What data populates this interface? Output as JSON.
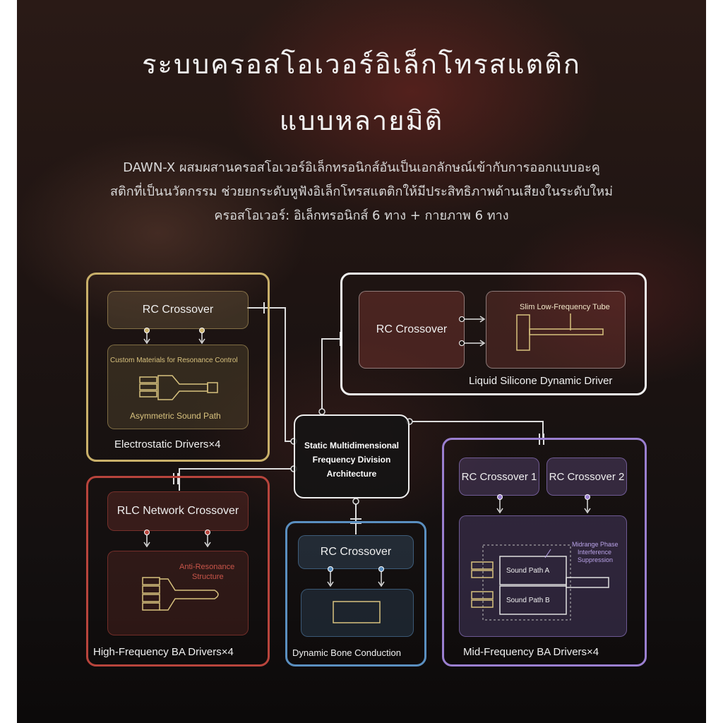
{
  "header": {
    "title_line1": "ระบบครอสโอเวอร์อิเล็กโทรสแตติก",
    "title_line2": "แบบหลายมิติ",
    "desc_line1": "DAWN-X ผสมผสานครอสโอเวอร์อิเล็กทรอนิกส์อันเป็นเอกลักษณ์เข้ากับการออกแบบอะคู",
    "desc_line2": "สติกที่เป็นนวัตกรรม ช่วยยกระดับหูฟังอิเล็กโทรสแตติกให้มีประสิทธิภาพด้านเสียงในระดับใหม่",
    "desc_line3": "ครอสโอเวอร์: อิเล็กทรอนิกส์ 6 ทาง + กายภาพ 6 ทาง"
  },
  "diagram": {
    "center": {
      "line1": "Static Multidimensional",
      "line2": "Frequency Division",
      "line3": "Architecture"
    },
    "electrostatic": {
      "crossover": "RC Crossover",
      "materials": "Custom Materials for Resonance Control",
      "path": "Asymmetric Sound Path",
      "caption": "Electrostatic Drivers×4",
      "color": "#c9b06a"
    },
    "dynamic": {
      "crossover": "RC Crossover",
      "tube": "Slim Low-Frequency Tube",
      "caption": "Liquid Silicone Dynamic Driver",
      "color": "#f0f0f0"
    },
    "high_ba": {
      "crossover": "RLC Network Crossover",
      "structure_1": "Anti-Resonance",
      "structure_2": "Structure",
      "caption": "High-Frequency BA Drivers×4",
      "color": "#b8443c"
    },
    "bone": {
      "crossover": "RC Crossover",
      "caption": "Dynamic Bone Conduction",
      "color": "#5a8fc0"
    },
    "mid_ba": {
      "crossover_1": "RC Crossover 1",
      "crossover_2": "RC Crossover 2",
      "phase_1": "Midrange Phase",
      "phase_2": "Interference",
      "phase_3": "Suppression",
      "path_a": "Sound Path A",
      "path_b": "Sound Path B",
      "caption": "Mid-Frequency BA Drivers×4",
      "color": "#9a7fd0"
    }
  }
}
